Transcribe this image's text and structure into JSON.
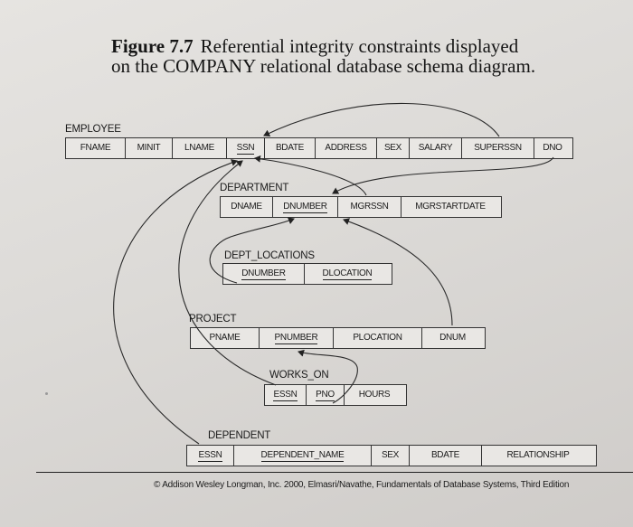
{
  "figure": {
    "number": "Figure 7.7",
    "title_line1": "Referential integrity constraints displayed",
    "title_line2": "on the COMPANY relational database schema diagram."
  },
  "relations": {
    "employee": {
      "name": "EMPLOYEE",
      "attributes": [
        "FNAME",
        "MINIT",
        "LNAME",
        "SSN",
        "BDATE",
        "ADDRESS",
        "SEX",
        "SALARY",
        "SUPERSSN",
        "DNO"
      ]
    },
    "department": {
      "name": "DEPARTMENT",
      "attributes": [
        "DNAME",
        "DNUMBER",
        "MGRSSN",
        "MGRSTARTDATE"
      ]
    },
    "dept_locations": {
      "name": "DEPT_LOCATIONS",
      "attributes": [
        "DNUMBER",
        "DLOCATION"
      ]
    },
    "project": {
      "name": "PROJECT",
      "attributes": [
        "PNAME",
        "PNUMBER",
        "PLOCATION",
        "DNUM"
      ]
    },
    "works_on": {
      "name": "WORKS_ON",
      "attributes": [
        "ESSN",
        "PNO",
        "HOURS"
      ]
    },
    "dependent": {
      "name": "DEPENDENT",
      "attributes": [
        "ESSN",
        "DEPENDENT_NAME",
        "SEX",
        "BDATE",
        "RELATIONSHIP"
      ]
    }
  },
  "caption": "© Addison Wesley Longman, Inc. 2000, Elmasri/Navathe, Fundamentals of Database Systems, Third Edition"
}
